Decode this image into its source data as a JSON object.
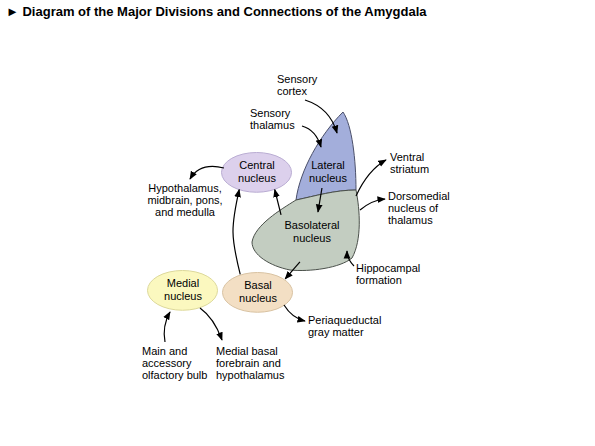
{
  "diagram": {
    "title": "► Diagram of the Major Divisions and Connections of the Amygdala",
    "nodes": [
      {
        "text": [
          "Lateral nucleus"
        ]
      },
      {
        "text": [
          "Central nucleus"
        ]
      },
      {
        "text": [
          "Basolateral nucleus"
        ]
      },
      {
        "text": [
          "Medial nucleus"
        ]
      },
      {
        "text": [
          "Basal nucleus"
        ]
      }
    ],
    "edges": [
      {
        "from": 0,
        "to": 2,
        "arrow": "to"
      },
      {
        "from": 2,
        "to": 1,
        "arrow": "to"
      },
      {
        "from": 4,
        "to": 1,
        "arrow": "to"
      },
      {
        "from": 2,
        "to": 4,
        "arrow": "to"
      }
    ],
    "labels": [
      "Sensory cortex",
      "Sensory thalamus",
      "Ventral striatum",
      "Dorsomedial nucleus of thalamus",
      "Hypothalamus, midbrain, pons, and medulla",
      "Hippocampal formation",
      "Periaqueductal gray matter",
      "Main and accessory olfactory bulb",
      "Medial basal forebrain and hypothalamus"
    ]
  }
}
